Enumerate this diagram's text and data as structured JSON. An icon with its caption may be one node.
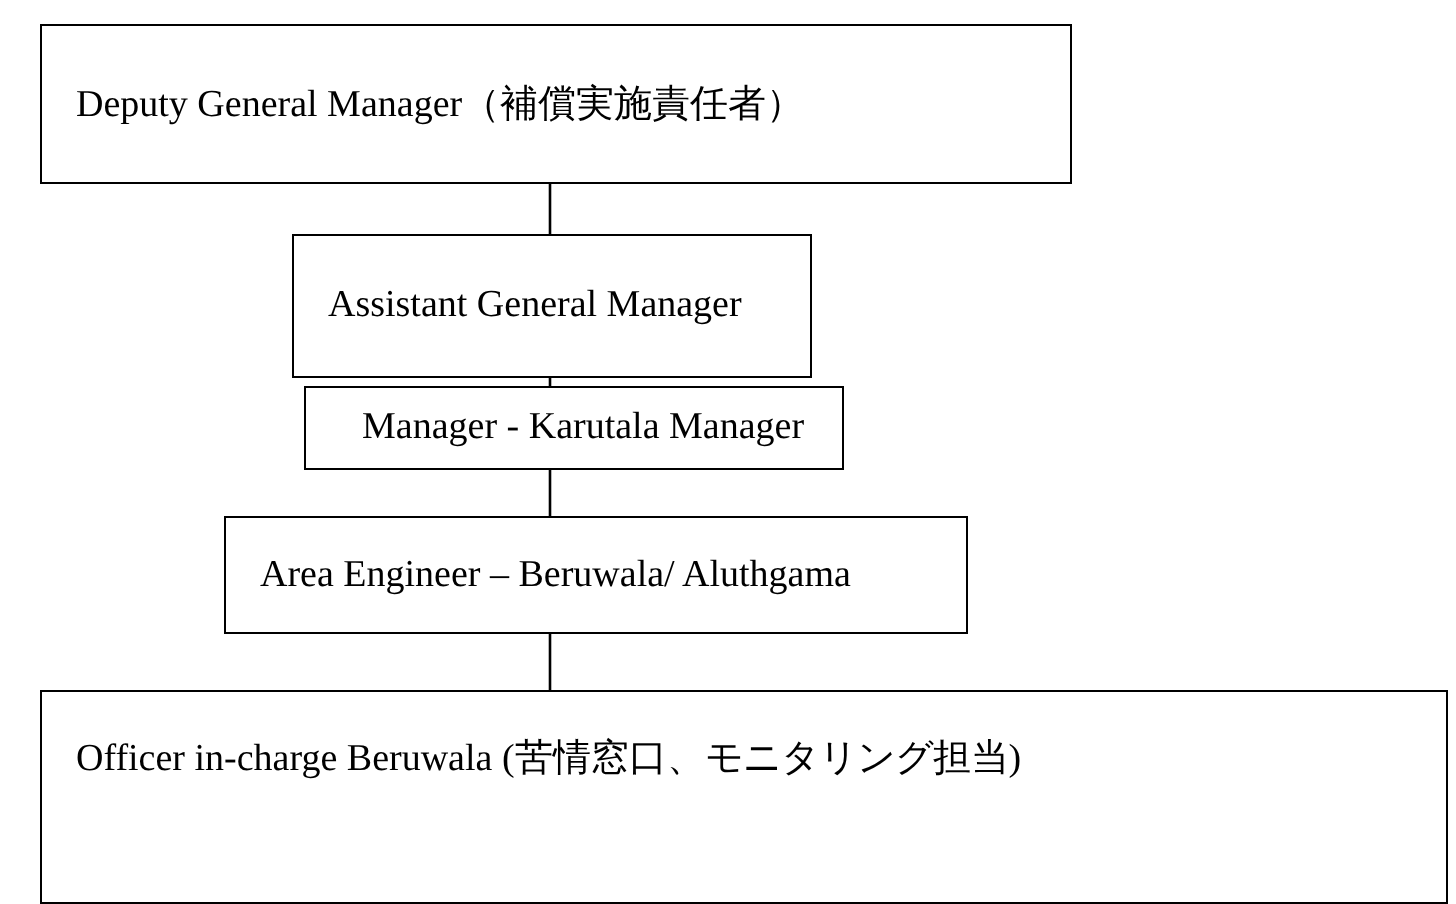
{
  "diagram": {
    "nodes": [
      {
        "text": [
          "Deputy General Manager（補償実施責任者）"
        ]
      },
      {
        "text": [
          "Assistant General Manager"
        ]
      },
      {
        "text": [
          "Manager - Karutala Manager"
        ]
      },
      {
        "text": [
          "Area Engineer – Beruwala/ Aluthgama"
        ]
      },
      {
        "text": [
          "Officer in-charge Beruwala (苦情窓口、モニタリング担当)"
        ]
      }
    ],
    "edges": [
      {
        "from": 0,
        "to": 1,
        "arrow": "none"
      },
      {
        "from": 1,
        "to": 2,
        "arrow": "none"
      },
      {
        "from": 2,
        "to": 3,
        "arrow": "none"
      },
      {
        "from": 3,
        "to": 4,
        "arrow": "none"
      }
    ]
  }
}
